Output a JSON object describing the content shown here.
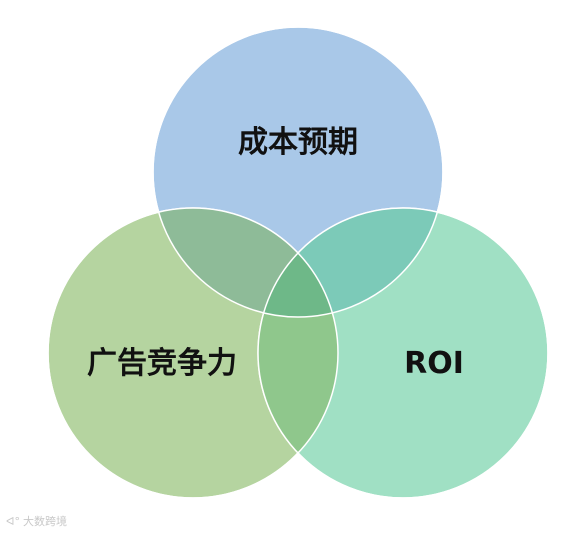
{
  "venn": {
    "sets": [
      {
        "label": "成本预期",
        "color": "#a9c8e8"
      },
      {
        "label": "广告竞争力",
        "color": "#b5d4a0"
      },
      {
        "label": "ROI",
        "color": "#a0e0c4"
      }
    ],
    "overlaps": {
      "top_left": "#8ebb98",
      "top_right": "#7ccab8",
      "left_right": "#8fc78c",
      "center": "#6eb888"
    }
  },
  "watermark": {
    "text": "大数跨境",
    "icon": "logo-icon"
  }
}
